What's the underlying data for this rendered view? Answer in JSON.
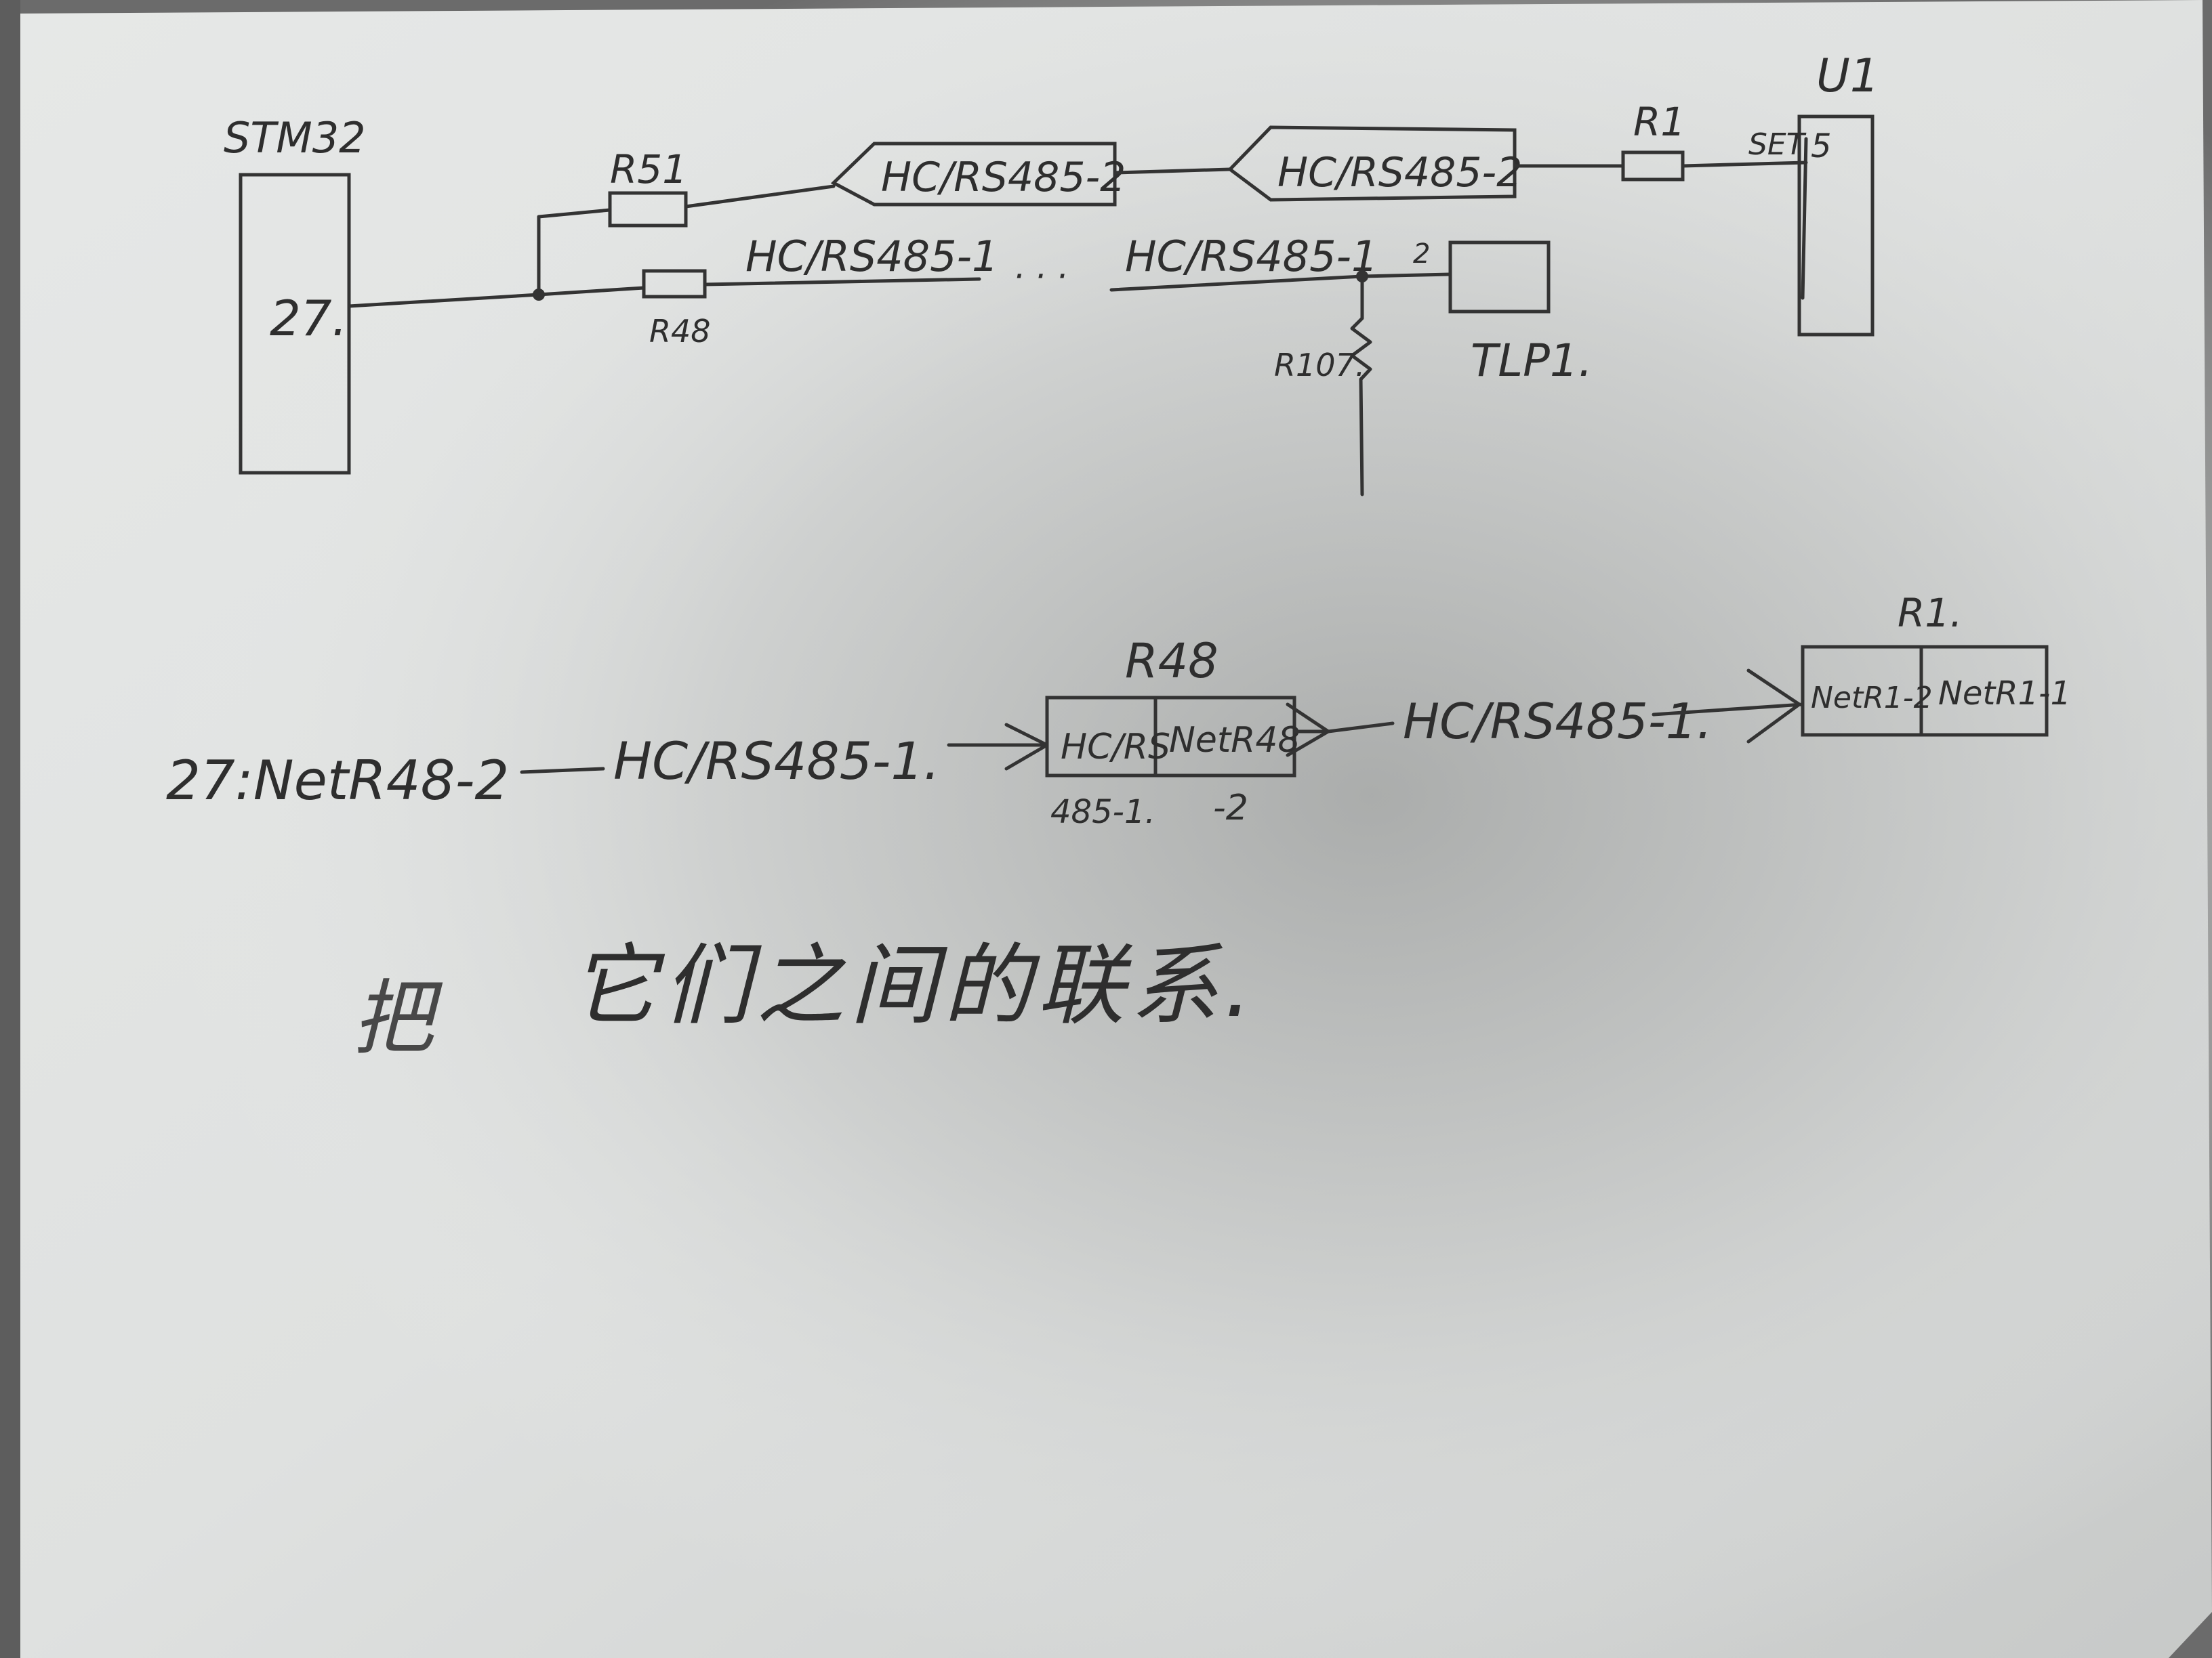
{
  "schematic": {
    "mcu": {
      "name": "STM32",
      "pin": "27."
    },
    "r51": "R51",
    "r48": "R48",
    "r1": "R1",
    "r107": "R107.",
    "net_upper_left": "HC/RS485-2",
    "net_upper_right": "HC/RS485-2",
    "net_lower_left": "HC/RS485-1",
    "net_lower_right": "HC/RS485-1",
    "ellipsis": "· · ·",
    "tlp_pin": "2",
    "tlp": "TLP1.",
    "u1": "U1",
    "u1_pin_label": "SET",
    "u1_pin": "5"
  },
  "netlist": {
    "start": "27:NetR48-2",
    "net_left": "HC/RS485-1.",
    "r48_title": "R48",
    "r48_cell1": "HC/RS",
    "r48_cell1_sub": "485-1.",
    "r48_cell2": "NetR48",
    "r48_cell2_sub": "-2",
    "net_right": "HC/RS485-1.",
    "r1_title": "R1.",
    "r1_cell1": "NetR1-2",
    "r1_cell2": "NetR1-1"
  },
  "note": {
    "prefix": "把",
    "text": "它们之间的联系."
  },
  "colors": {
    "ink": "#2e2e2e",
    "paper": "#e9ebea",
    "shadow": "#8f9190"
  }
}
